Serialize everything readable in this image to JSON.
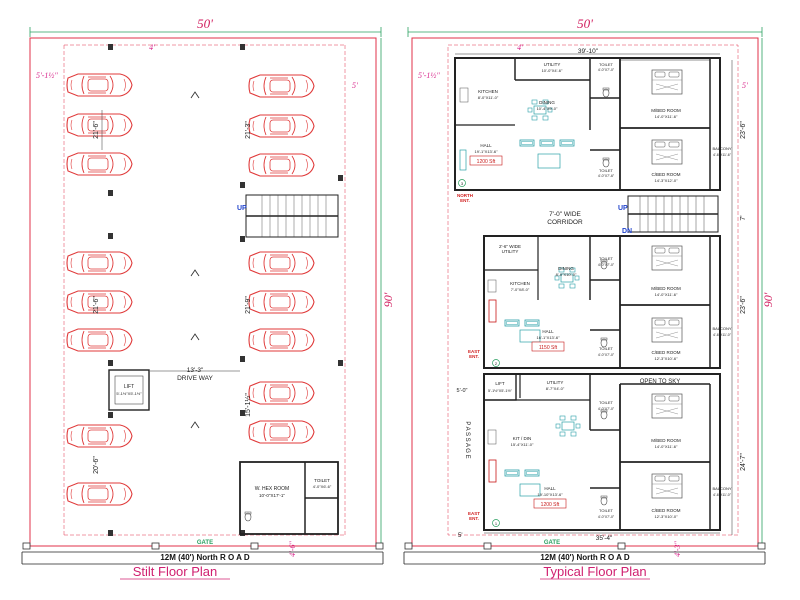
{
  "stilt": {
    "title": "Stilt Floor Plan",
    "width_dim": "50'",
    "height_dim": "90'",
    "top_setback": "4'",
    "left_setback": "5'-1½\"",
    "right_setback": "5'",
    "bottom_setback": "4'-6\"",
    "road": "12M (40') North  R O A D",
    "gate": "GATE",
    "left_col_dims": [
      "21'-6\"",
      "21'-6\"",
      "20'-6\""
    ],
    "right_col_dims": [
      "21'-3\"",
      "21'-9\"",
      "15'-1½\""
    ],
    "driveway_dim": "13'-3\"",
    "driveway": "DRIVE WAY",
    "lift_label": "LIFT",
    "lift_dim": "5'-1½\"X5'-1½\"",
    "up": "UP",
    "whex_label": "W. HEX ROOM",
    "whex_dim": "10'-0\"X17'-1\"",
    "toilet_label": "TOILET",
    "toilet_dim": "4'-0\"X6'-6\""
  },
  "typical": {
    "title": "Typical Floor Plan",
    "width_dim": "50'",
    "height_dim": "90'",
    "inner_width": "39'-10\"",
    "bottom_width": "35'-4\"",
    "top_setback": "4'",
    "left_setback": "5'-1½\"",
    "right_setback": "5'",
    "bottom_setback": "4'-3\"",
    "left_bottom": "5'",
    "road": "12M (40') North  R O A D",
    "gate": "GATE",
    "right_dims": [
      "23'-6\"",
      "7'",
      "23'-6\"",
      "24'-7\""
    ],
    "corridor": "7'-0\" WIDE\nCORRIDOR",
    "up": "UP",
    "dn": "DN",
    "passage": "P A S S A G E",
    "passage_dim": "5'-0\"",
    "open_to_sky": "OPEN TO SKY",
    "north_ent": "NORTH\nENT.",
    "east_ent": "EAST\nENT.",
    "lift_label": "LIFT",
    "lift_dim": "5'-1½\"X5'-1½\"",
    "units": [
      {
        "utility": "UTILITY",
        "utility_dim": "10'-0\"X4'-6\"",
        "kitchen": "KITCHEN",
        "kitchen_dim": "8'-0\"X11'-0\"",
        "dining": "DINING",
        "dining_dim": "10'-4\"X9'-0\"",
        "hall": "HALL",
        "hall_dim": "19'-1\"X13'-6\"",
        "area": "1200 Sft",
        "toilet1": "TOILET",
        "toilet1_dim": "4'-0\"X7'-0\"",
        "toilet2": "TOILET",
        "toilet2_dim": "4'-0\"X7'-6\"",
        "mbed": "M/BED ROOM",
        "mbed_dim": "14'-0\"X11'-6\"",
        "cbed": "C/BED ROOM",
        "cbed_dim": "14'-3\"X12'-0\"",
        "balcony": "BALCONY",
        "balcony_dim": "4'-6\"X11'-6\"",
        "entry_no": "3"
      },
      {
        "utility": "2'-6\" WIDE\nUTILITY",
        "utility_dim": "",
        "kitchen": "KITCHEN",
        "kitchen_dim": "7'-0\"X8'-0\"",
        "dining": "DINING",
        "dining_dim": "8'-0\"X10'-0\"",
        "hall": "HALL",
        "hall_dim": "16'-1\"X13'-6\"",
        "area": "1150 Sft",
        "toilet1": "TOILET",
        "toilet1_dim": "4'-0\"X7'-0\"",
        "toilet2": "TOILET",
        "toilet2_dim": "4'-0\"X7'-0\"",
        "mbed": "M/BED ROOM",
        "mbed_dim": "14'-0\"X11'-6\"",
        "cbed": "C/BED ROOM",
        "cbed_dim": "12'-3\"X10'-6\"",
        "balcony": "BALCONY",
        "balcony_dim": "4'-6\"X11'-0\"",
        "entry_no": "2"
      },
      {
        "utility": "UTILITY",
        "utility_dim": "8'-7\"X4'-0\"",
        "kitchen": "KIT / DIN",
        "kitchen_dim": "15'-4\"X11'-0\"",
        "dining": "",
        "dining_dim": "",
        "hall": "HALL",
        "hall_dim": "19'-10\"X13'-6\"",
        "area": "1200 Sft",
        "toilet1": "TOILET",
        "toilet1_dim": "4'-0\"X7'-0\"",
        "toilet2": "TOILET",
        "toilet2_dim": "4'-0\"X7'-0\"",
        "mbed": "M/BED ROOM",
        "mbed_dim": "14'-0\"X11'-6\"",
        "cbed": "C/BED ROOM",
        "cbed_dim": "12'-3\"X10'-0\"",
        "balcony": "BALCONY",
        "balcony_dim": "4'-6\"X11'-0\"",
        "entry_no": "1"
      }
    ]
  },
  "colors": {
    "boundary": "#e0304a",
    "dimension": "#2aa060",
    "car": "#e03a3a",
    "wall": "#222222",
    "furniture": "#2aa0a8",
    "title": "#d02070"
  }
}
